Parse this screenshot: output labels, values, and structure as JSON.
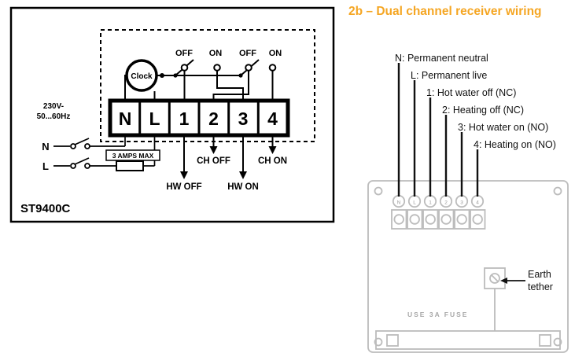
{
  "colors": {
    "accent": "#f5a623",
    "diagram_ink": "#000000",
    "plate_outline": "#bcbcbc"
  },
  "left_panel": {
    "model": "ST9400C",
    "voltage_line1": "230V-",
    "voltage_line2": "50...60Hz",
    "clock_label": "Clock",
    "switch_labels": [
      "OFF",
      "ON",
      "OFF",
      "ON"
    ],
    "terminals": [
      "N",
      "L",
      "1",
      "2",
      "3",
      "4"
    ],
    "neutral_label": "N",
    "live_label": "L",
    "fuse_label": "3 AMPS MAX",
    "outputs": {
      "hw_off": "HW OFF",
      "ch_off": "CH OFF",
      "hw_on": "HW ON",
      "ch_on": "CH ON"
    }
  },
  "right_panel": {
    "title": "2b – Dual channel receiver wiring",
    "wire_labels": [
      "N: Permanent neutral",
      "L: Permanent live",
      "1: Hot water off (NC)",
      "2: Heating off (NC)",
      "3: Hot water on (NO)",
      "4: Heating on (NO)"
    ],
    "receiver": {
      "terminal_labels": [
        "N",
        "L",
        "1",
        "2",
        "3",
        "4"
      ],
      "fuse_text": "USE 3A FUSE",
      "earth_label_line1": "Earth",
      "earth_label_line2": "tether"
    }
  }
}
